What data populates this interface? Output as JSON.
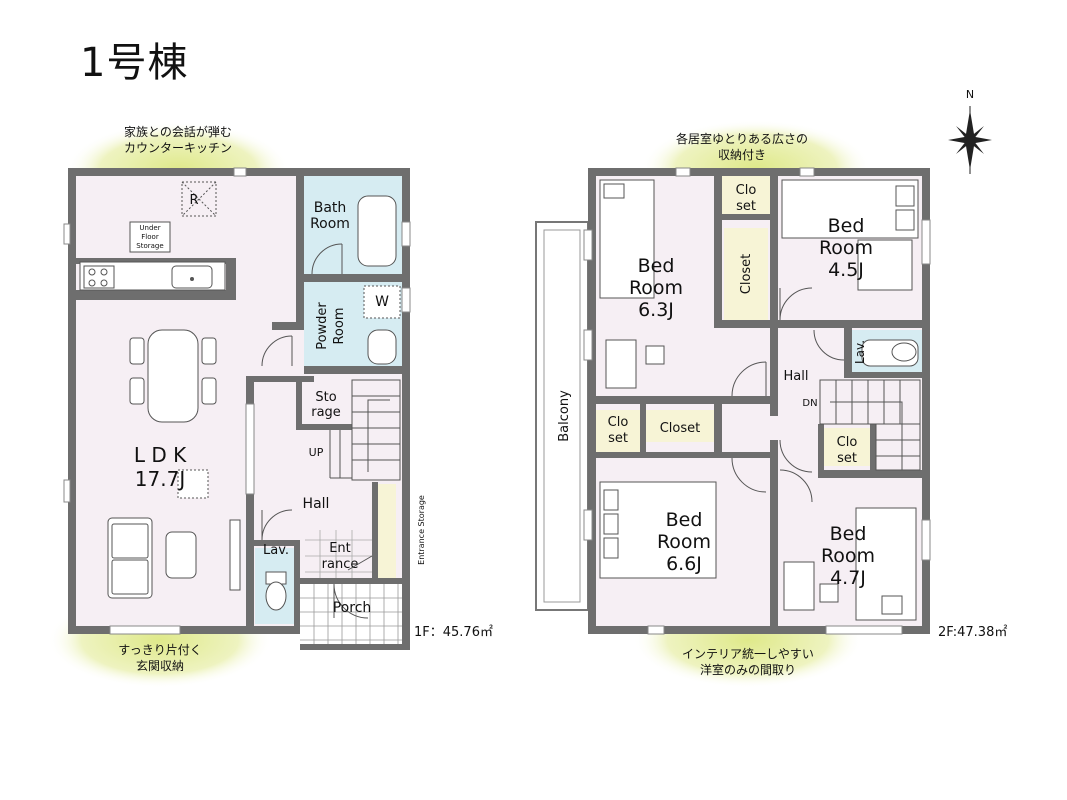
{
  "title": "1号棟",
  "compass": {
    "label": "N"
  },
  "colors": {
    "wall": "#6e6e6e",
    "floor": "#f6eff4",
    "bath": "#d6ecf2",
    "storage": "#f7f4d6",
    "balcony": "#ffffff",
    "bubble": "#eef3c0",
    "fixture": "#555555"
  },
  "floor1": {
    "area": "1F：45.76㎡",
    "callouts": {
      "top": [
        "家族との会話が弾む",
        "カウンターキッチン"
      ],
      "bottom": [
        "すっきり片付く",
        "玄関収納"
      ]
    },
    "rooms": {
      "ldk": [
        "L D K",
        "17.7J"
      ],
      "bath": [
        "Bath",
        "Room"
      ],
      "powder": [
        "Powder",
        "Room"
      ],
      "washer": "W",
      "storage": [
        "Sto",
        "rage"
      ],
      "underfloor": [
        "Under",
        "Floor",
        "Storage"
      ],
      "fridge": "R",
      "up": "UP",
      "hall": "Hall",
      "lav": "Lav.",
      "entrance": [
        "Ent",
        "rance"
      ],
      "porch": "Porch",
      "entrance_storage": "Entrance Storage"
    }
  },
  "floor2": {
    "area": "2F:47.38㎡",
    "callouts": {
      "top": [
        "各居室ゆとりある広さの",
        "収納付き"
      ],
      "bottom": [
        "インテリア統一しやすい",
        "洋室のみの間取り"
      ]
    },
    "rooms": {
      "bed63": [
        "Bed",
        "Room",
        "6.3J"
      ],
      "bed45": [
        "Bed",
        "Room",
        "4.5J"
      ],
      "bed66": [
        "Bed",
        "Room",
        "6.6J"
      ],
      "bed47": [
        "Bed",
        "Room",
        "4.7J"
      ],
      "clo_top": [
        "Clo",
        "set"
      ],
      "closet_v": "Closet",
      "clo_left": [
        "Clo",
        "set"
      ],
      "closet_h": "Closet",
      "clo_right": [
        "Clo",
        "set"
      ],
      "lav": "Lav.",
      "hall": "Hall",
      "dn": "DN",
      "balcony": "Balcony"
    }
  }
}
